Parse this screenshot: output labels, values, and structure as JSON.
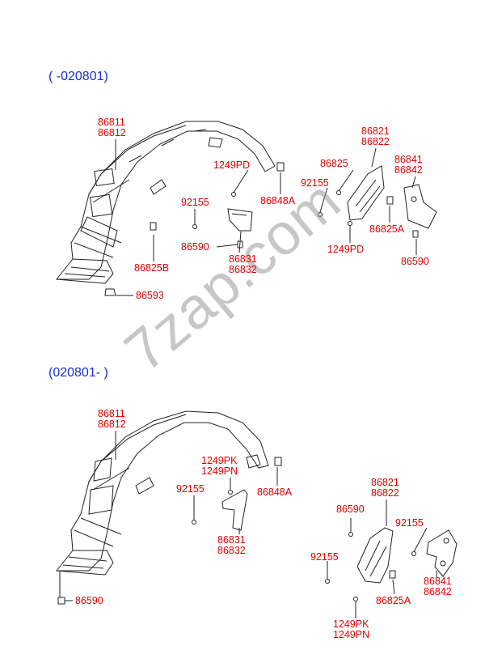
{
  "sections": [
    {
      "range": "( -020801)"
    },
    {
      "range": "(020801- )"
    }
  ],
  "labels_top": {
    "l1": [
      "86811",
      "86812"
    ],
    "l2": [
      "86821",
      "86822"
    ],
    "l3": [
      "86825"
    ],
    "l4": [
      "86841",
      "86842"
    ],
    "l5": [
      "1249PD"
    ],
    "l6": [
      "92155"
    ],
    "l7": [
      "86848A"
    ],
    "l8": [
      "92155"
    ],
    "l9": [
      "86825A"
    ],
    "l10": [
      "86590"
    ],
    "l11": [
      "1249PD"
    ],
    "l12": [
      "86831",
      "86832"
    ],
    "l13": [
      "86825B"
    ],
    "l14": [
      "86590"
    ],
    "l15": [
      "86593"
    ]
  },
  "labels_bottom": {
    "l1": [
      "86811",
      "86812"
    ],
    "l2": [
      "1249PK",
      "1249PN"
    ],
    "l3": [
      "86848A"
    ],
    "l4": [
      "92155"
    ],
    "l5": [
      "86821",
      "86822"
    ],
    "l6": [
      "86590"
    ],
    "l7": [
      "92155"
    ],
    "l8": [
      "86831",
      "86832"
    ],
    "l9": [
      "92155"
    ],
    "l10": [
      "86841",
      "86842"
    ],
    "l11": [
      "86825A"
    ],
    "l12": [
      "1249PK",
      "1249PN"
    ],
    "l13": [
      "86590"
    ]
  },
  "watermark": "7zap.com",
  "colors": {
    "label": "#e00000",
    "range": "#1a2fd6",
    "line": "#222222"
  }
}
